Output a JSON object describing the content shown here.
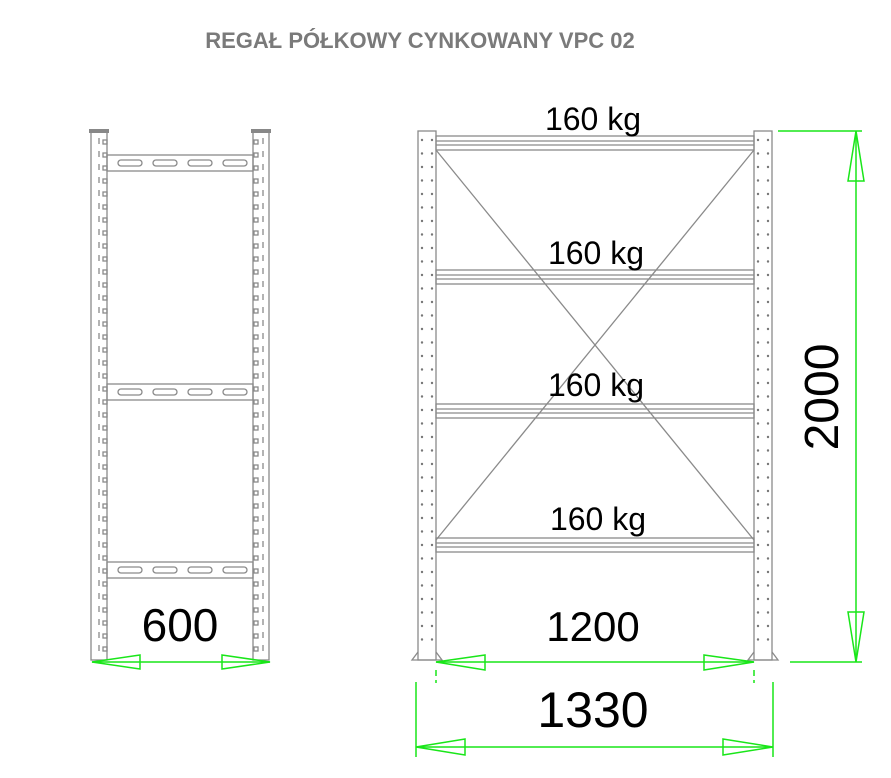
{
  "title": "REGAŁ PÓŁKOWY CYNKOWANY VPC 02",
  "shelf_loads": [
    "160 kg",
    "160 kg",
    "160 kg",
    "160 kg"
  ],
  "dimensions": {
    "depth": "600",
    "inner_width": "1200",
    "outer_width": "1330",
    "height": "2000"
  },
  "colors": {
    "frame": "#8a8a8a",
    "dimension": "#19e619",
    "title": "#7a7a7a"
  }
}
